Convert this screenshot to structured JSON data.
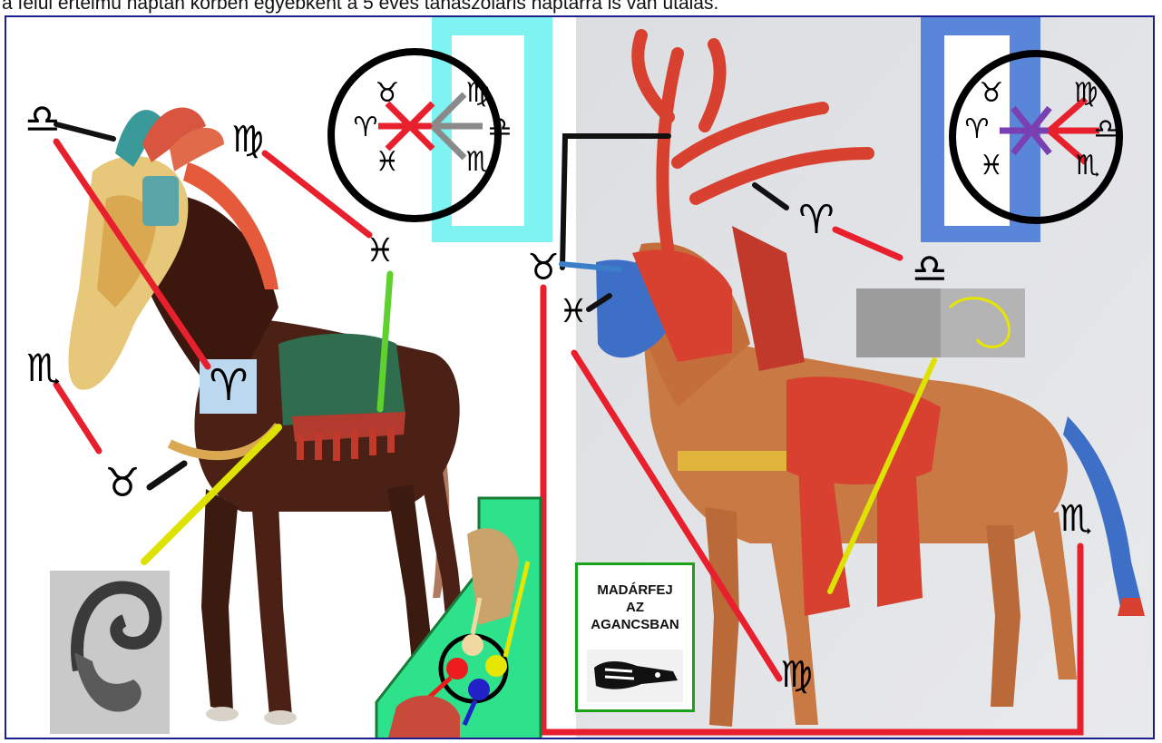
{
  "caption": "a felül ertelmu naptan korben egyebkent a 5 eves tanaszolaris naptarra is van utalas.",
  "box": {
    "lines": [
      "MADÁRFEJ",
      "AZ",
      "AGANCSBAN"
    ]
  },
  "colors": {
    "frame": "#1a1f8c",
    "red": "#e8202e",
    "black": "#111111",
    "green": "#5fd12e",
    "yellow": "#dde200",
    "blue": "#3a7fc7",
    "cyan": "#7ff2f2",
    "royal_blue": "#5a86d9",
    "panel_green": "#2ee28c"
  },
  "zodiac_wheel_left": [
    "♉",
    "♍",
    "♈",
    "♎",
    "♓",
    "♏"
  ],
  "zodiac_wheel_right": [
    "♉",
    "♍",
    "♈",
    "♎",
    "♓",
    "♏"
  ]
}
